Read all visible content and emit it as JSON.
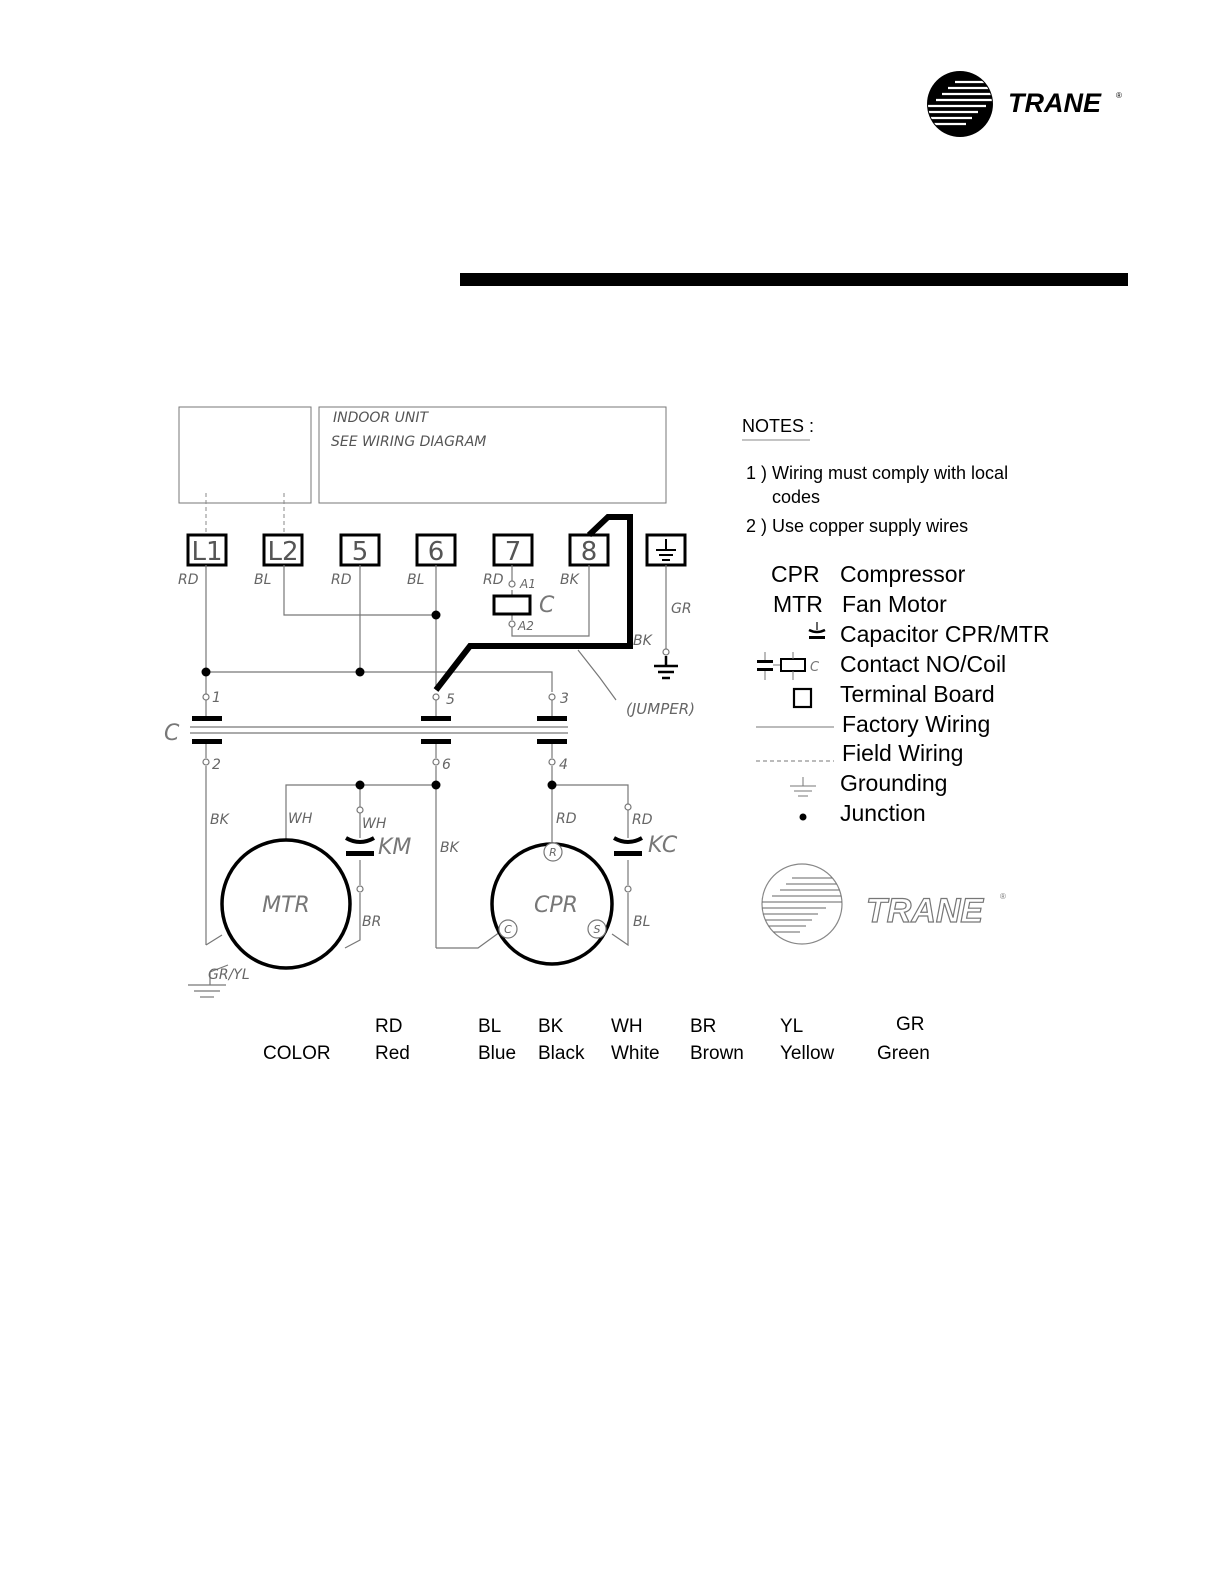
{
  "brand": {
    "name": "TRANE",
    "reg": "®"
  },
  "diagram": {
    "indoor_unit_line1": "INDOOR  UNIT",
    "indoor_unit_line2": "SEE  WIRING  DIAGRAM",
    "terminals": [
      "L1",
      "L2",
      "5",
      "6",
      "7",
      "8"
    ],
    "wire_labels": {
      "t_l1": "RD",
      "t_l2": "BL",
      "t_5": "RD",
      "t_6": "BL",
      "t_7": "RD",
      "t_8": "BK",
      "gnd_gr": "GR",
      "bk_8": "BK",
      "mtr_bk": "BK",
      "mtr_wh": "WH",
      "km_wh": "WH",
      "km_br": "BR",
      "mid_bk": "BK",
      "cpr_rd": "RD",
      "kc_rd": "RD",
      "kc_bl": "BL",
      "mtr_gnd": "GR/YL"
    },
    "contact_label": "C",
    "coil_label": "C",
    "coil_a1": "A1",
    "coil_a2": "A2",
    "contact_numbers": [
      "1",
      "5",
      "3",
      "2",
      "6",
      "4"
    ],
    "jumper_label": "(JUMPER)",
    "cap_km": "KM",
    "cap_kc": "KC",
    "motor_label": "MTR",
    "compressor_label": "CPR",
    "cpr_terminals": [
      "R",
      "C",
      "S"
    ]
  },
  "notes": {
    "title": "NOTES :",
    "items": [
      "1 ) Wiring must comply with local",
      "codes",
      "2 ) Use copper supply wires"
    ]
  },
  "legend": [
    {
      "abbr": "CPR",
      "text": "Compressor"
    },
    {
      "abbr": "MTR",
      "text": "Fan Motor"
    },
    {
      "abbr": "",
      "text": "Capacitor CPR/MTR"
    },
    {
      "abbr": "",
      "text": "Contact NO/Coil"
    },
    {
      "abbr": "",
      "text": "Terminal Board"
    },
    {
      "abbr": "",
      "text": "Factory Wiring"
    },
    {
      "abbr": "",
      "text": "Field Wiring"
    },
    {
      "abbr": "",
      "text": "Grounding"
    },
    {
      "abbr": "",
      "text": "Junction"
    }
  ],
  "legend_contact_coil_letter": "C",
  "color_key": {
    "title": "COLOR",
    "codes": [
      {
        "code": "RD",
        "name": "Red"
      },
      {
        "code": "BL",
        "name": "Blue"
      },
      {
        "code": "BK",
        "name": "Black"
      },
      {
        "code": "WH",
        "name": "White"
      },
      {
        "code": "BR",
        "name": "Brown"
      },
      {
        "code": "YL",
        "name": "Yellow"
      },
      {
        "code": "GR",
        "name": "Green"
      }
    ]
  }
}
